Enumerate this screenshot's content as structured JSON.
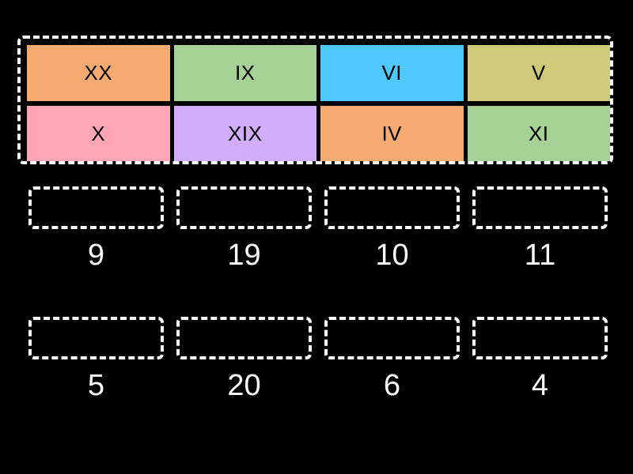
{
  "page": {
    "background_color": "#000000",
    "title": "Roman numerals matching activity"
  },
  "tile_bank": {
    "name": "tile-bank",
    "border_color": "#ffffff",
    "tiles": [
      {
        "label": "XX",
        "color": "#f5aa72",
        "row": 1,
        "col": 1
      },
      {
        "label": "IX",
        "color": "#a5d196",
        "row": 1,
        "col": 2
      },
      {
        "label": "VI",
        "color": "#4ec8fd",
        "row": 1,
        "col": 3
      },
      {
        "label": "V",
        "color": "#cfca79",
        "row": 1,
        "col": 4
      },
      {
        "label": "X",
        "color": "#ffa5b6",
        "row": 2,
        "col": 1
      },
      {
        "label": "XIX",
        "color": "#d2adfd",
        "row": 2,
        "col": 2
      },
      {
        "label": "IV",
        "color": "#f5aa72",
        "row": 2,
        "col": 3
      },
      {
        "label": "XI",
        "color": "#a5d196",
        "row": 2,
        "col": 4
      }
    ]
  },
  "answer_rows": [
    {
      "name": "answer-row-1",
      "cells": [
        {
          "dropzone_value": "",
          "label": "9"
        },
        {
          "dropzone_value": "",
          "label": "19"
        },
        {
          "dropzone_value": "",
          "label": "10"
        },
        {
          "dropzone_value": "",
          "label": "11"
        }
      ]
    },
    {
      "name": "answer-row-2",
      "cells": [
        {
          "dropzone_value": "",
          "label": "5"
        },
        {
          "dropzone_value": "",
          "label": "20"
        },
        {
          "dropzone_value": "",
          "label": "6"
        },
        {
          "dropzone_value": "",
          "label": "4"
        }
      ]
    }
  ],
  "colors": {
    "background": "#000000",
    "outline": "#ffffff",
    "label_text": "#ffffff",
    "tile_text": "#000000"
  }
}
